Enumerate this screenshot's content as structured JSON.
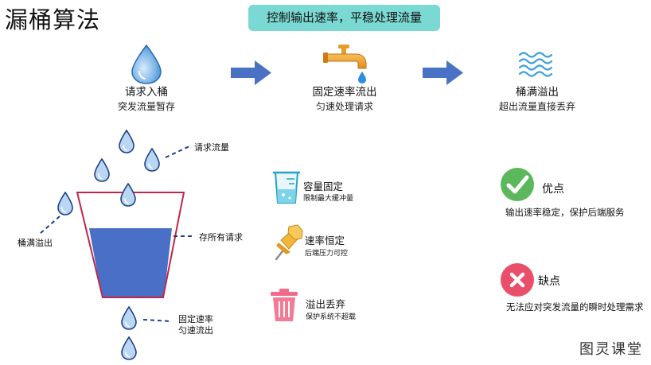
{
  "title": "漏桶算法",
  "banner": "控制输出速率，平稳处理流量",
  "steps": [
    {
      "title": "请求入桶",
      "subtitle": "突发流量暂存",
      "icon": "water-drop-icon"
    },
    {
      "title": "固定速率流出",
      "subtitle": "匀速处理请求",
      "icon": "faucet-icon"
    },
    {
      "title": "桶满溢出",
      "subtitle": "超出流量直接丢弃",
      "icon": "waves-icon"
    }
  ],
  "bucket": {
    "incoming_label": "请求流量",
    "overflow_label": "桶满溢出",
    "stored_label": "存所有请求",
    "outflow_label_1": "固定速率",
    "outflow_label_2": "匀速流出"
  },
  "features": [
    {
      "title": "容量固定",
      "desc": "限制最大缓冲量",
      "icon": "beaker-icon"
    },
    {
      "title": "速率恒定",
      "desc": "后端压力可控",
      "icon": "pushpin-icon"
    },
    {
      "title": "溢出丢弃",
      "desc": "保护系统不超载",
      "icon": "trash-icon"
    }
  ],
  "pros": {
    "title": "优点",
    "desc": "输出速率稳定，保护后端服务",
    "icon": "check-circle-icon",
    "color": "#5cb85c"
  },
  "cons": {
    "title": "缺点",
    "desc": "无法应对突发流量的瞬时处理需求",
    "icon": "x-circle-icon",
    "color": "#e94f6a"
  },
  "watermark": "图灵课堂",
  "colors": {
    "banner": "#7ad9d3",
    "arrow": "#4a72c4",
    "water": "#4a6fc7",
    "bucket_edge": "#c0264a",
    "drop_stroke": "#1f3f8a"
  }
}
